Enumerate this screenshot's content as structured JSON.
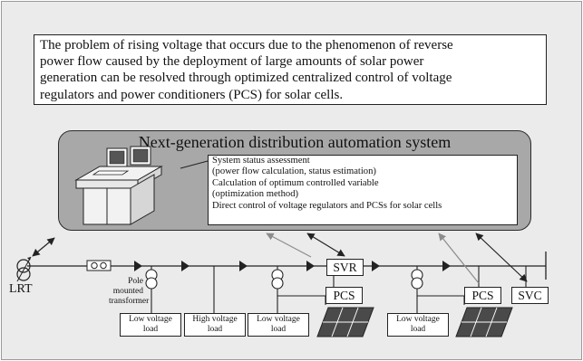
{
  "summary": {
    "lines": [
      "The problem of rising voltage that occurs due to the phenomenon of reverse",
      "power flow caused by the deployment of large amounts of solar power",
      "generation can be resolved through optimized centralized control of voltage",
      "regulators and power conditioners (PCS) for solar cells."
    ]
  },
  "system": {
    "title": "Next-generation distribution automation system",
    "functions": [
      "System status assessment",
      " (power flow calculation, status estimation)",
      "Calculation of optimum controlled variable",
      " (optimization method)",
      "Direct control of voltage regulators and PCSs for solar cells"
    ]
  },
  "network": {
    "lrt": "LRT",
    "pole_transformer": [
      "Pole",
      "mounted",
      "transformer"
    ],
    "svr": "SVR",
    "svc": "SVC",
    "pcs": "PCS",
    "loads": {
      "low1": [
        "Low voltage",
        "load"
      ],
      "high": [
        "High voltage",
        "load"
      ],
      "low2": [
        "Low voltage",
        "load"
      ],
      "low3": [
        "Low voltage",
        "load"
      ]
    }
  },
  "colors": {
    "background": "#ebebeb",
    "system_box": "#a8a8a8",
    "line": "#222222",
    "gray_arrow": "#8c8c8c",
    "panel": "#4a4a4a"
  },
  "icons": [
    "computer-workstation-icon",
    "solar-panel-icon",
    "transformer-icon",
    "circuit-breaker-icon"
  ]
}
